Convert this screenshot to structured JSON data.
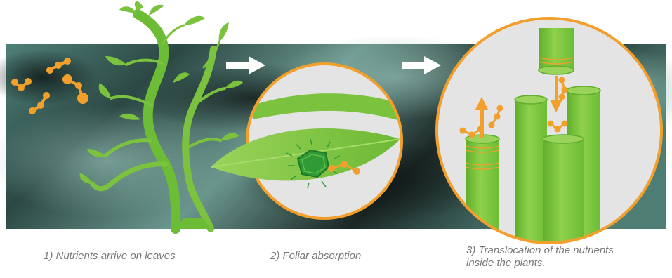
{
  "colors": {
    "accent_orange": "#f2a02b",
    "leaf_green": "#7bc23e",
    "dark_green": "#3a9a2c",
    "circle_fill": "#e4e4e4",
    "background_dark": "#1c2a28",
    "background_teal": "#5f8f86",
    "arrow": "#ffffff",
    "caption_text": "#777777"
  },
  "steps": [
    {
      "text": "1) Nutrients arrive on leaves"
    },
    {
      "text": "2) Foliar absorption"
    },
    {
      "text": "3) Translocation of the nutrients",
      "text_line2": "inside the plants."
    }
  ],
  "icons": [
    "molecule-icon",
    "plant-illustration",
    "leaf-illustration",
    "cell-icon",
    "stem-tube-illustration",
    "right-arrow-icon",
    "up-arrow-icon",
    "down-arrow-icon"
  ]
}
